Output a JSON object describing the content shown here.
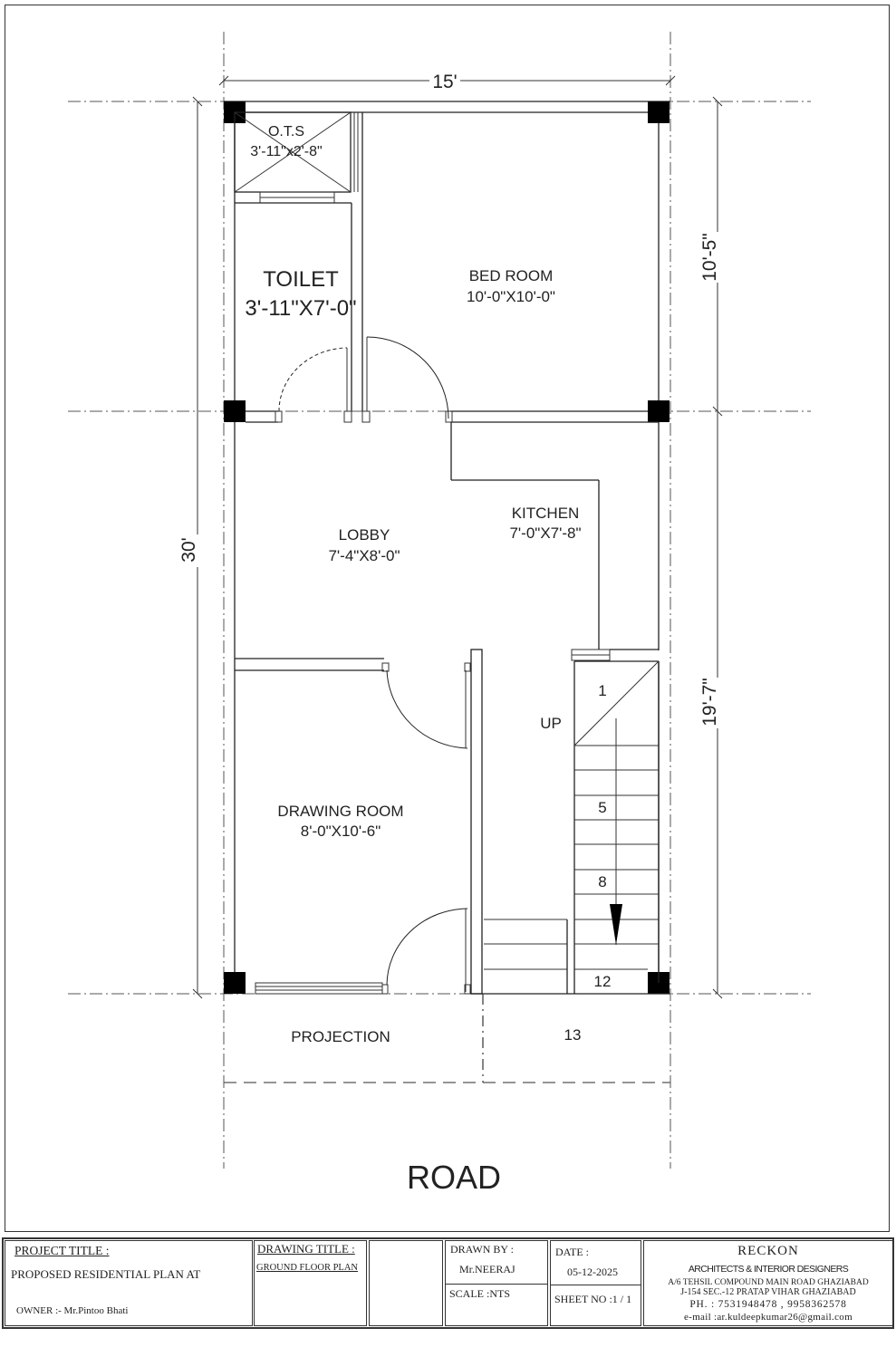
{
  "plan": {
    "overall_width_dim": "15'",
    "overall_depth_dim": "30'",
    "rear_segment_dim": "10'-5\"",
    "front_segment_dim": "19'-7\"",
    "road_label": "ROAD",
    "rooms": [
      {
        "name": "O.T.S",
        "size": "3'-11\"x2'-8\""
      },
      {
        "name": "TOILET",
        "size": "3'-11\"X7'-0\""
      },
      {
        "name": "BED ROOM",
        "size": "10'-0\"X10'-0\""
      },
      {
        "name": "LOBBY",
        "size": "7'-4\"X8'-0\""
      },
      {
        "name": "KITCHEN",
        "size": "7'-0\"X7'-8\""
      },
      {
        "name": "DRAWING ROOM",
        "size": "8'-0\"X10'-6\""
      },
      {
        "name": "PROJECTION",
        "size": ""
      }
    ],
    "stair": {
      "up_label": "UP",
      "step_labels": [
        "1",
        "5",
        "8",
        "12",
        "13"
      ]
    }
  },
  "title_block": {
    "project_title_label": "PROJECT  TITLE  :",
    "project_title_value": "PROPOSED RESIDENTIAL PLAN AT",
    "owner": "OWNER :- Mr.Pintoo Bhati",
    "drawing_title_label": "DRAWING TITLE :",
    "drawing_title_value": "GROUND FLOOR PLAN",
    "drawn_by_label": "DRAWN BY  :",
    "drawn_by_value": "Mr.NEERAJ",
    "scale": "SCALE  :NTS",
    "date_label": "DATE  :",
    "date_value": "05-12-2025",
    "sheet_no": "SHEET NO :1 / 1",
    "firm_name": "RECKON",
    "firm_tagline": "ARCHITECTS & INTERIOR DESIGNERS",
    "address_1": "A/6 TEHSIL COMPOUND MAIN ROAD GHAZIABAD",
    "address_2": "J-154 SEC.-12 PRATAP VIHAR GHAZIABAD",
    "phone": "PH. : 7531948478 , 9958362578",
    "email": "e-mail :ar.kuldeepkumar26@gmail.com"
  }
}
